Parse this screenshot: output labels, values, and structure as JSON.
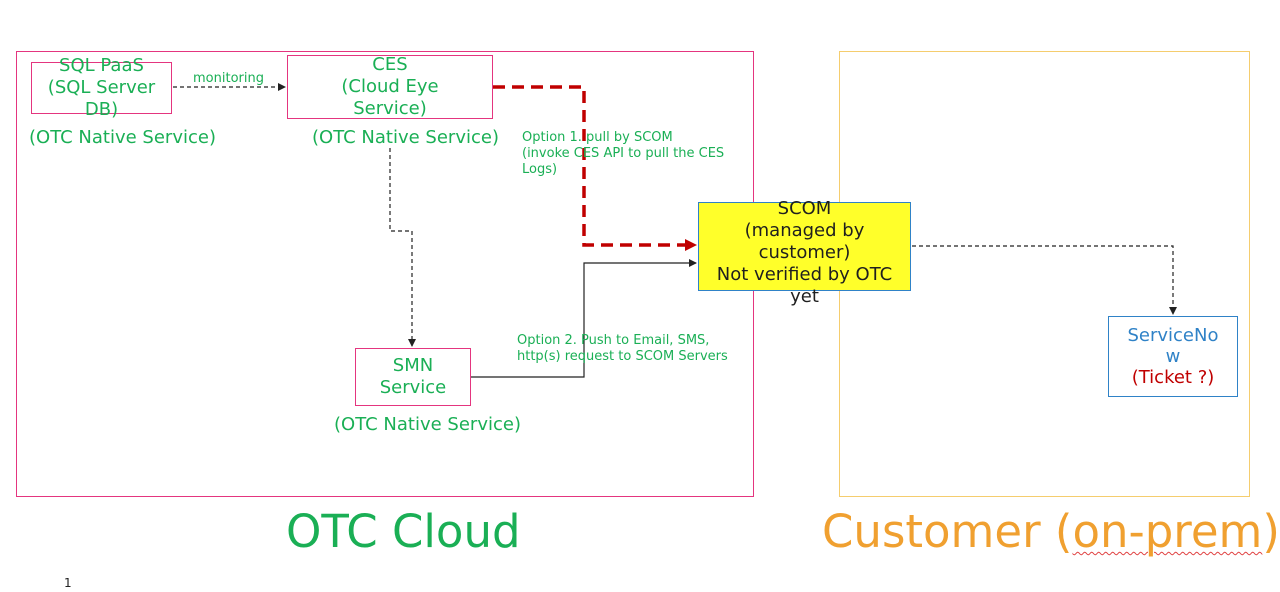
{
  "nodes": {
    "sql": {
      "label": "SQL PaaS\n(SQL Server\nDB)",
      "native": "(OTC Native Service)"
    },
    "ces": {
      "label": "CES\n(Cloud Eye\nService)",
      "native": "(OTC Native Service)"
    },
    "smn": {
      "label": "SMN\nService",
      "native": "(OTC Native Service)"
    },
    "scom": {
      "label": "SCOM\n(managed by\ncustomer)\nNot verified by OTC\nyet"
    },
    "servicenow": {
      "label": "ServiceNo\nw",
      "ticket": "(Ticket ?)"
    }
  },
  "edges": {
    "monitoring": "monitoring",
    "option1": "Option 1. pull by SCOM\n(invoke CES API to pull the CES\nLogs)",
    "option2": "Option 2. Push to Email, SMS,\nhttp(s) request to SCOM Servers"
  },
  "regions": {
    "otc_cloud": "OTC Cloud",
    "customer_prefix": "Customer (",
    "customer_squiggle": "on-prem",
    "customer_suffix": ")"
  },
  "page_number": "1",
  "colors": {
    "green": "#1aaf55",
    "pink": "#e4357f",
    "orange": "#f0a030",
    "yellow": "#ffff2a",
    "blue": "#2f82c7",
    "red": "#c00000"
  }
}
